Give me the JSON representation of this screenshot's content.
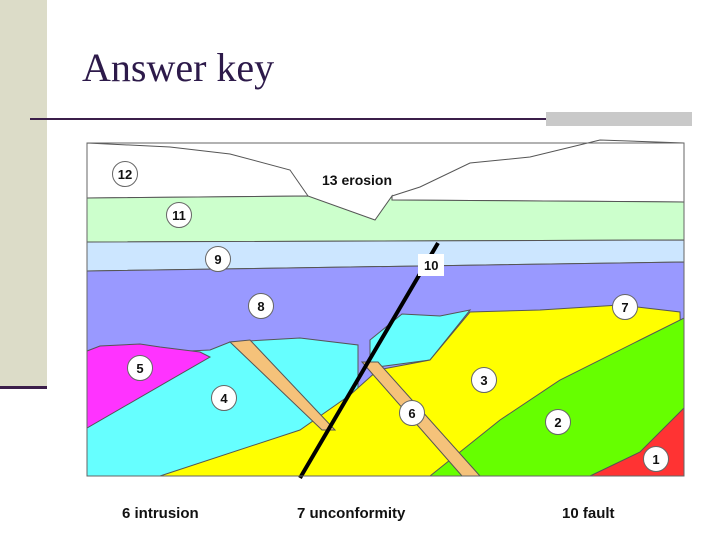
{
  "title": "Answer key",
  "labels": {
    "l1": "1",
    "l2": "2",
    "l3": "3",
    "l4": "4",
    "l5": "5",
    "l6": "6",
    "l7": "7",
    "l8": "8",
    "l9": "9",
    "l10": "10",
    "l11": "11",
    "l12": "12",
    "erosion": "13 erosion"
  },
  "captions": {
    "intrusion": "6 intrusion",
    "unconformity": "7 unconformity",
    "fault": "10 fault"
  },
  "colors": {
    "layer_12": "#ffffff",
    "layer_11": "#ccffcc",
    "layer_9": "#cce6ff",
    "layer_8": "#9999ff",
    "layer_5": "#ff33ff",
    "layer_4": "#66ffff",
    "layer_3": "#ffff00",
    "layer_2": "#66ff00",
    "layer_1": "#ff3333",
    "dike_6": "#f5c27a",
    "fault_10": "#000000"
  }
}
